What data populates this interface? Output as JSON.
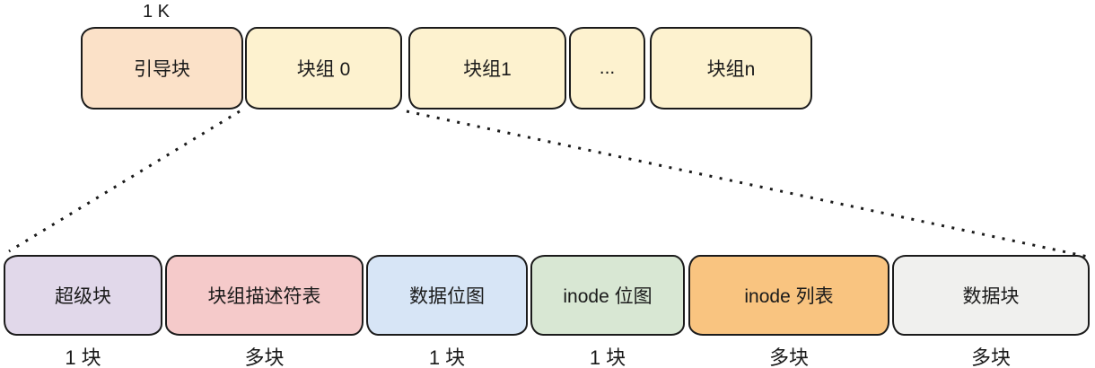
{
  "diagram": {
    "size_label": "1 K",
    "top_row": [
      {
        "label": "引导块",
        "color": "#fbe1c8"
      },
      {
        "label": "块组 0",
        "color": "#fdf2cf"
      },
      {
        "label": "块组1",
        "color": "#fdf2cf"
      },
      {
        "label": "...",
        "color": "#fdf2cf"
      },
      {
        "label": "块组n",
        "color": "#fdf2cf"
      }
    ],
    "bottom_row": [
      {
        "label": "超级块",
        "count": "1 块",
        "color": "#e1d8ea"
      },
      {
        "label": "块组描述符表",
        "count": "多块",
        "color": "#f5caca"
      },
      {
        "label": "数据位图",
        "count": "1 块",
        "color": "#d7e5f6"
      },
      {
        "label": "inode 位图",
        "count": "1 块",
        "color": "#d8e7d3"
      },
      {
        "label": "inode 列表",
        "count": "多块",
        "color": "#f9c480"
      },
      {
        "label": "数据块",
        "count": "多块",
        "color": "#f0f0ee"
      }
    ],
    "line_color": "#1b1b1b"
  }
}
